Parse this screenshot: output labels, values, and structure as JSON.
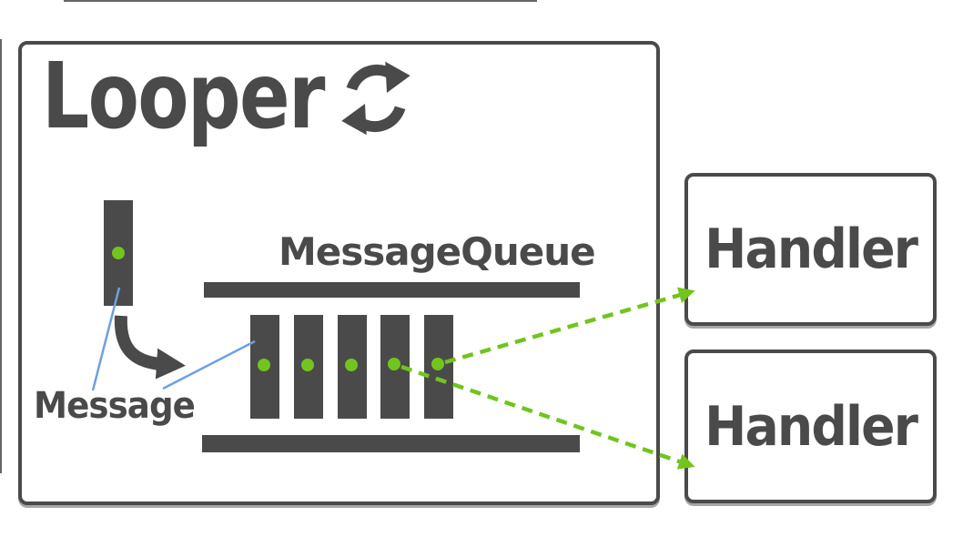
{
  "palette": {
    "dark_gray": "#4a4a4a",
    "green": "#72c41e",
    "blue": "#6f9fe0",
    "background": "#ffffff"
  },
  "looper": {
    "title": "Looper",
    "icon": "refresh-cycle-icon"
  },
  "message": {
    "label": "Message"
  },
  "message_queue": {
    "title": "MessageQueue",
    "slot_count": 5,
    "slots_with_message_dot": [
      1,
      2,
      3,
      4,
      5
    ]
  },
  "handlers": [
    {
      "label": "Handler"
    },
    {
      "label": "Handler"
    }
  ],
  "connections": [
    {
      "from": "message-queue-slot-5",
      "to": "handler-1",
      "style": "green-dashed-arrow"
    },
    {
      "from": "message-queue-slot-4",
      "to": "handler-2",
      "style": "green-dashed-arrow"
    },
    {
      "from": "message-bar",
      "to": "message-queue",
      "style": "dark-curved-arrow"
    },
    {
      "from": "message-label",
      "to": "message-bar",
      "style": "blue-line"
    },
    {
      "from": "message-label",
      "to": "message-queue-slot-1",
      "style": "blue-line"
    }
  ]
}
